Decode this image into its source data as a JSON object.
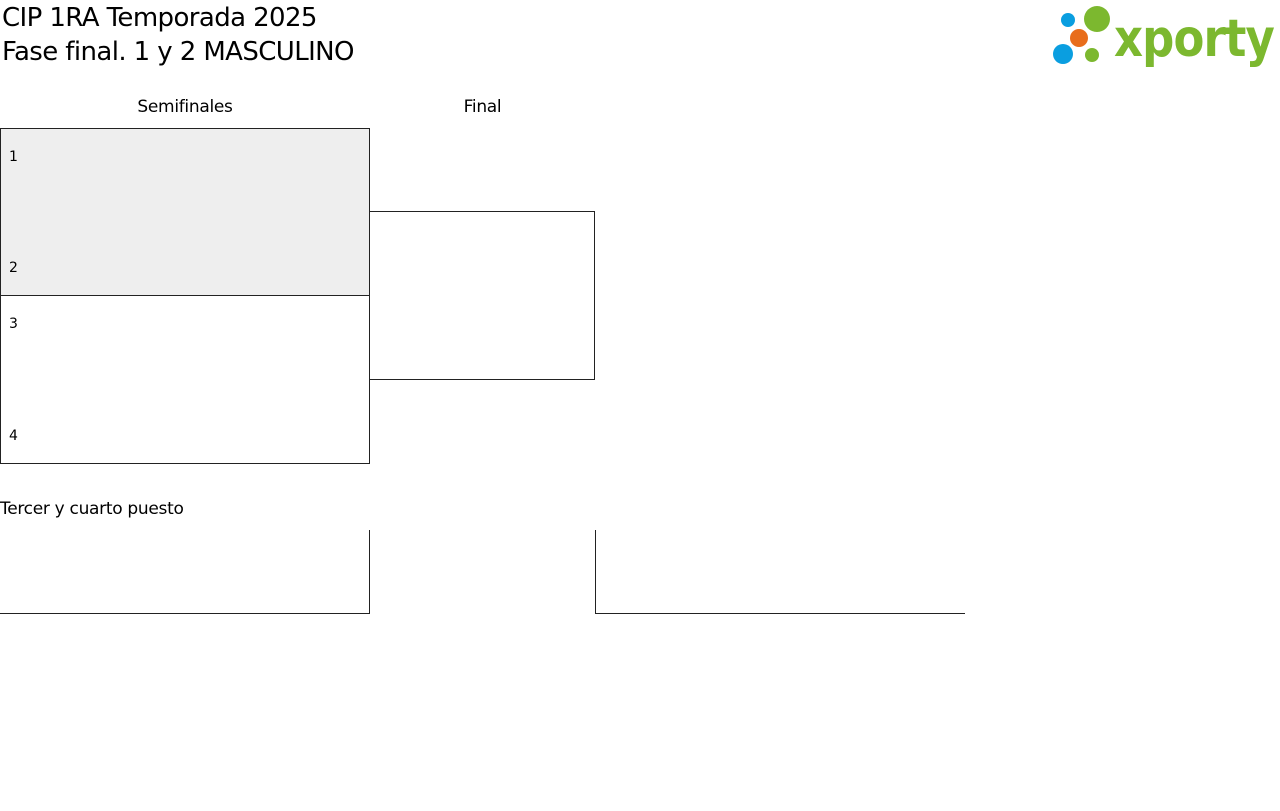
{
  "header": {
    "title_line1": "CIP 1RA Temporada 2025",
    "title_line2": "Fase final. 1 y 2 MASCULINO"
  },
  "logo": {
    "text": "xporty",
    "colors": {
      "green": "#7cb82f",
      "blue": "#0a9ee0",
      "orange": "#e86d1c"
    }
  },
  "bracket": {
    "round1_label": "Semifinales",
    "round2_label": "Final",
    "seeds": [
      "1",
      "2",
      "3",
      "4"
    ]
  },
  "third_place": {
    "label": "Tercer y cuarto puesto"
  },
  "colors": {
    "highlight": "#eeeeee",
    "line": "#222222"
  }
}
